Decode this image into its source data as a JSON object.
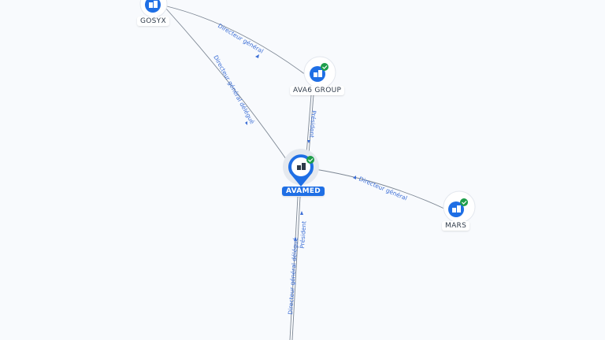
{
  "nodes": {
    "gosyx": {
      "label": "GOSYX",
      "icon": "company-icon"
    },
    "ava6": {
      "label": "AVA6 GROUP",
      "icon": "company-icon",
      "verified": true
    },
    "avamed": {
      "label": "AVAMED",
      "icon": "company-icon",
      "verified": true
    },
    "mars": {
      "label": "MARS",
      "icon": "company-icon",
      "verified": true
    }
  },
  "edges": {
    "gosyx_ava6": "Directeur général",
    "gosyx_avamed": "Directeur général délégué",
    "ava6_avamed": "Président",
    "avamed_mars": "Directeur général",
    "down_1": "Directeur général délégué",
    "down_2": "Président"
  },
  "colors": {
    "accent": "#1f6fe5",
    "edge_line": "#7d8794",
    "edge_label": "#3d6fd6",
    "verified": "#1e9e4a",
    "background": "#f8fafd"
  }
}
